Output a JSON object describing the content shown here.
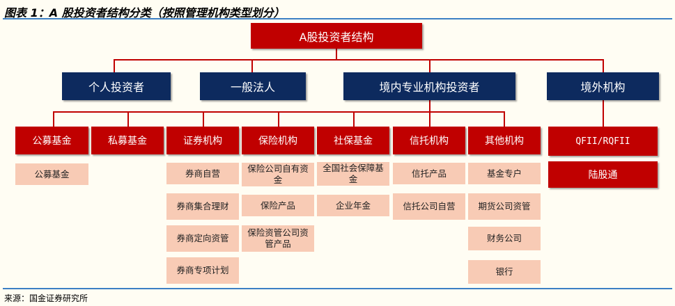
{
  "title": "图表 1：A 股投资者结构分类（按照管理机构类型划分）",
  "root": "A股投资者结构",
  "level1": [
    "个人投资者",
    "一般法人",
    "境内专业机构投资者",
    "境外机构"
  ],
  "level2": [
    "公募基金",
    "私募基金",
    "证券机构",
    "保险机构",
    "社保基金",
    "信托机构",
    "其他机构",
    "QFII/RQFII",
    "陆股通"
  ],
  "leaves": {
    "gongmu": [
      "公募基金"
    ],
    "zhengquan": [
      "券商自营",
      "券商集合理财",
      "券商定向资管",
      "券商专项计划"
    ],
    "baoxian": [
      "保险公司自有资金",
      "保险产品",
      "保险资管公司资管产品"
    ],
    "shebao": [
      "全国社会保障基金",
      "企业年金"
    ],
    "xintuo": [
      "信托产品",
      "信托公司自营"
    ],
    "qita": [
      "基金专户",
      "期货公司资管",
      "财务公司",
      "银行"
    ]
  },
  "source": "来源：国金证券研究所"
}
